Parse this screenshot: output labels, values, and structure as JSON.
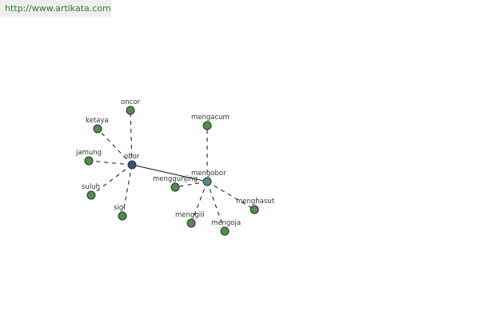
{
  "header": {
    "url": "http://www.artikata.com"
  },
  "colors": {
    "leaf": "#4f8f4b",
    "obor": "#3c4f86",
    "mengobor": "#4a8f90",
    "node_stroke": "#2d2d2d",
    "edge": "#111111",
    "banner_bg": "#eeeeee",
    "url_text": "#2e7d32"
  },
  "graph": {
    "nodes": [
      {
        "id": "oncor",
        "label": "oncor",
        "kind": "leaf"
      },
      {
        "id": "ketaya",
        "label": "ketaya",
        "kind": "leaf"
      },
      {
        "id": "jamung",
        "label": "jamung",
        "kind": "leaf"
      },
      {
        "id": "obor",
        "label": "obor",
        "kind": "obor"
      },
      {
        "id": "suluh",
        "label": "suluh",
        "kind": "leaf"
      },
      {
        "id": "sigi",
        "label": "sigi",
        "kind": "leaf"
      },
      {
        "id": "mengacum",
        "label": "mengacum",
        "kind": "leaf"
      },
      {
        "id": "mengobor",
        "label": "mengobor",
        "kind": "mengobor"
      },
      {
        "id": "menggunjing",
        "label": "menggunjing",
        "kind": "leaf"
      },
      {
        "id": "menghasut",
        "label": "menghasut",
        "kind": "leaf"
      },
      {
        "id": "menggili",
        "label": "menggili",
        "kind": "leaf"
      },
      {
        "id": "mengoja",
        "label": "mengoja",
        "kind": "leaf"
      }
    ],
    "edges": [
      {
        "from": "obor",
        "to": "oncor",
        "style": "dashed"
      },
      {
        "from": "obor",
        "to": "ketaya",
        "style": "dashed"
      },
      {
        "from": "obor",
        "to": "jamung",
        "style": "dashed"
      },
      {
        "from": "obor",
        "to": "suluh",
        "style": "dashed"
      },
      {
        "from": "obor",
        "to": "sigi",
        "style": "dashed"
      },
      {
        "from": "obor",
        "to": "mengobor",
        "style": "solid"
      },
      {
        "from": "mengobor",
        "to": "mengacum",
        "style": "dashed"
      },
      {
        "from": "mengobor",
        "to": "menggunjing",
        "style": "dashed"
      },
      {
        "from": "mengobor",
        "to": "menghasut",
        "style": "dashed"
      },
      {
        "from": "mengobor",
        "to": "menggili",
        "style": "dashed"
      },
      {
        "from": "mengobor",
        "to": "mengoja",
        "style": "dashed"
      }
    ]
  }
}
